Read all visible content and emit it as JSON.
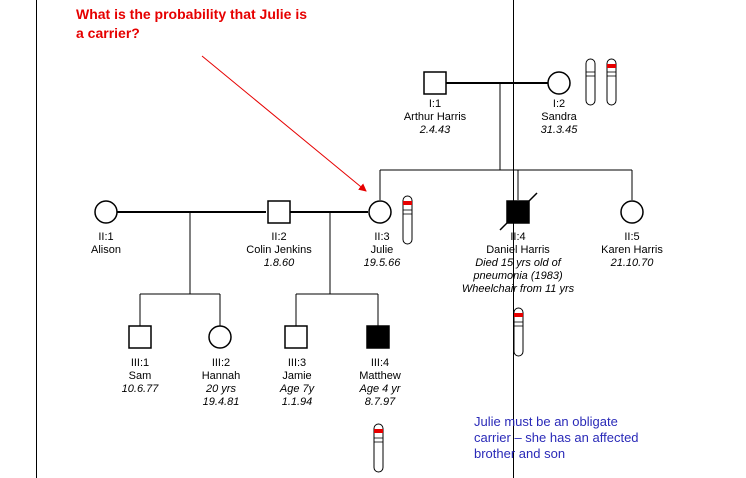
{
  "question": [
    "What is the probability that Julie is",
    "a carrier?"
  ],
  "individuals": [
    {
      "id": "I:1",
      "lines": [
        "I:1",
        "Arthur Harris"
      ],
      "italic": [
        "2.4.43"
      ]
    },
    {
      "id": "I:2",
      "lines": [
        "I:2",
        "Sandra"
      ],
      "italic": [
        "31.3.45"
      ]
    },
    {
      "id": "II:1",
      "lines": [
        "II:1",
        "Alison"
      ],
      "italic": []
    },
    {
      "id": "II:2",
      "lines": [
        "II:2",
        "Colin Jenkins"
      ],
      "italic": [
        "1.8.60"
      ]
    },
    {
      "id": "II:3",
      "lines": [
        "II:3",
        "Julie"
      ],
      "italic": [
        "19.5.66"
      ]
    },
    {
      "id": "II:4",
      "lines": [
        "II:4",
        "Daniel Harris"
      ],
      "italic": [
        "Died 15 yrs old of",
        "pneumonia (1983)",
        "Wheelchair from 11 yrs"
      ]
    },
    {
      "id": "II:5",
      "lines": [
        "II:5",
        "Karen Harris"
      ],
      "italic": [
        "21.10.70"
      ]
    },
    {
      "id": "III:1",
      "lines": [
        "III:1",
        "Sam"
      ],
      "italic": [
        "10.6.77"
      ]
    },
    {
      "id": "III:2",
      "lines": [
        "III:2",
        "Hannah"
      ],
      "italic": [
        "20 yrs",
        "19.4.81"
      ]
    },
    {
      "id": "III:3",
      "lines": [
        "III:3",
        "Jamie"
      ],
      "italic": [
        "Age 7y",
        "1.1.94"
      ]
    },
    {
      "id": "III:4",
      "lines": [
        "III:4",
        "Matthew"
      ],
      "italic": [
        "Age 4 yr",
        "8.7.97"
      ]
    }
  ],
  "note": [
    "Julie must be an obligate",
    "carrier – she has an affected",
    "brother and son"
  ],
  "colors": {
    "question": "#e60000",
    "note": "#2a2ab8",
    "affected": "#000000",
    "marker": "#e60000"
  }
}
